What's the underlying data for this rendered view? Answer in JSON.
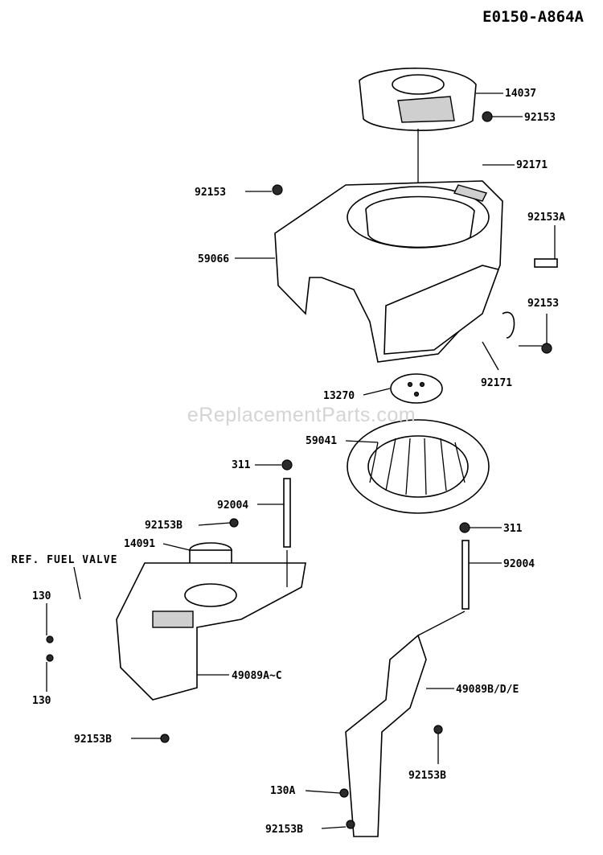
{
  "diagram_id": "E0150-A864A",
  "watermark": "eReplacementParts.com",
  "labels": {
    "p14037": "14037",
    "p92153_top": "92153",
    "p92171_top": "92171",
    "p92153_left": "92153",
    "p92153A": "92153A",
    "p59066": "59066",
    "p92153_right": "92153",
    "p92171_right": "92171",
    "p13270": "13270",
    "p59041": "59041",
    "p311_left": "311",
    "p92004_left": "92004",
    "p92153B_top": "92153B",
    "p14091": "14091",
    "ref_fuel_valve": "REF. FUEL VALVE",
    "p130_top": "130",
    "p130_bottom": "130",
    "p49089A_C": "49089A~C",
    "p92153B_left": "92153B",
    "p311_right": "311",
    "p92004_right": "92004",
    "p49089B_D_E": "49089B/D/E",
    "p92153B_right": "92153B",
    "p130A": "130A",
    "p92153B_bottom": "92153B"
  }
}
